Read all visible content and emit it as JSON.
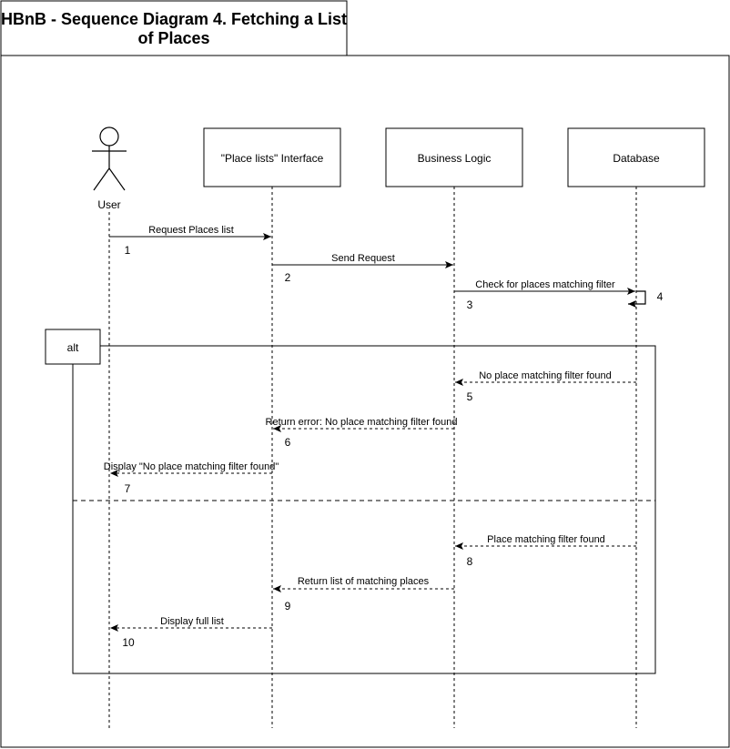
{
  "title_lines": [
    "HBnB - Sequence Diagram 4. Fetching a List",
    "of Places"
  ],
  "participants": {
    "user": "User",
    "interface": "\"Place lists\" Interface",
    "logic": "Business Logic",
    "database": "Database"
  },
  "alt_label": "alt",
  "messages": [
    {
      "label": "Request Places list",
      "num": "1",
      "from": "user",
      "to": "interface",
      "style": "solid"
    },
    {
      "label": "Send Request",
      "num": "2",
      "from": "interface",
      "to": "logic",
      "style": "solid"
    },
    {
      "label": "Check for places matching filter",
      "num": "3",
      "from": "logic",
      "to": "database",
      "style": "solid"
    },
    {
      "label": "",
      "num": "4",
      "from": "database",
      "to": "database",
      "style": "self"
    },
    {
      "label": "No place matching filter found",
      "num": "5",
      "from": "database",
      "to": "logic",
      "style": "dashed"
    },
    {
      "label": "Return error: No place matching filter found",
      "num": "6",
      "from": "logic",
      "to": "interface",
      "style": "dashed"
    },
    {
      "label": "Display \"No place matching filter found\"",
      "num": "7",
      "from": "interface",
      "to": "user",
      "style": "dashed"
    },
    {
      "label": "Place matching filter found",
      "num": "8",
      "from": "database",
      "to": "logic",
      "style": "dashed"
    },
    {
      "label": "Return list of matching places",
      "num": "9",
      "from": "logic",
      "to": "interface",
      "style": "dashed"
    },
    {
      "label": "Display full list",
      "num": "10",
      "from": "interface",
      "to": "user",
      "style": "dashed"
    }
  ]
}
